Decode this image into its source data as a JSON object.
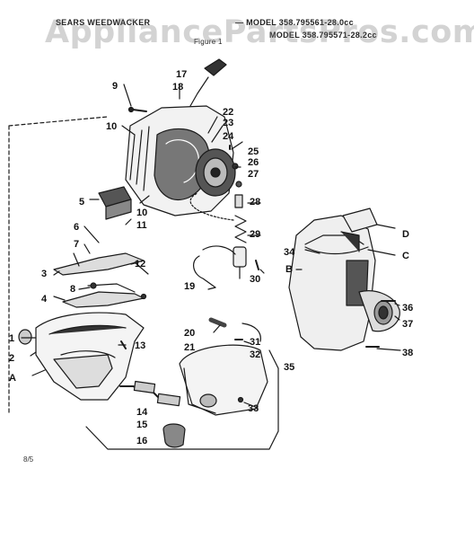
{
  "header": {
    "brand": "SEARS WEEDWACKER",
    "model_line_1": "— MODEL 358.795561-28.0cc",
    "model_line_2": "MODEL 358.795571-28.2cc",
    "figure": "Figure 1"
  },
  "watermark": "AppliancePartsPros.com",
  "footer_code": "8/5",
  "labels": {
    "p1": "1",
    "p2": "2",
    "p3": "3",
    "p4": "4",
    "p5": "5",
    "p6": "6",
    "p7": "7",
    "p8": "8",
    "p9": "9",
    "p10a": "10",
    "p10b": "10",
    "p11": "11",
    "p12": "12",
    "p13": "13",
    "p14": "14",
    "p15": "15",
    "p16": "16",
    "p17": "17",
    "p18": "18",
    "p19": "19",
    "p20": "20",
    "p21": "21",
    "p22": "22",
    "p23": "23",
    "p24": "24",
    "p25": "25",
    "p26": "26",
    "p27": "27",
    "p28": "28",
    "p29": "29",
    "p30": "30",
    "p31": "31",
    "p32": "32",
    "p33": "33",
    "p34": "34",
    "p35": "35",
    "p36": "36",
    "p37": "37",
    "p38": "38",
    "pA": "A",
    "pB": "B",
    "pC": "C",
    "pD": "D"
  },
  "colors": {
    "ink": "#1a1a1a",
    "paper": "#ffffff",
    "watermark": "#787878"
  }
}
